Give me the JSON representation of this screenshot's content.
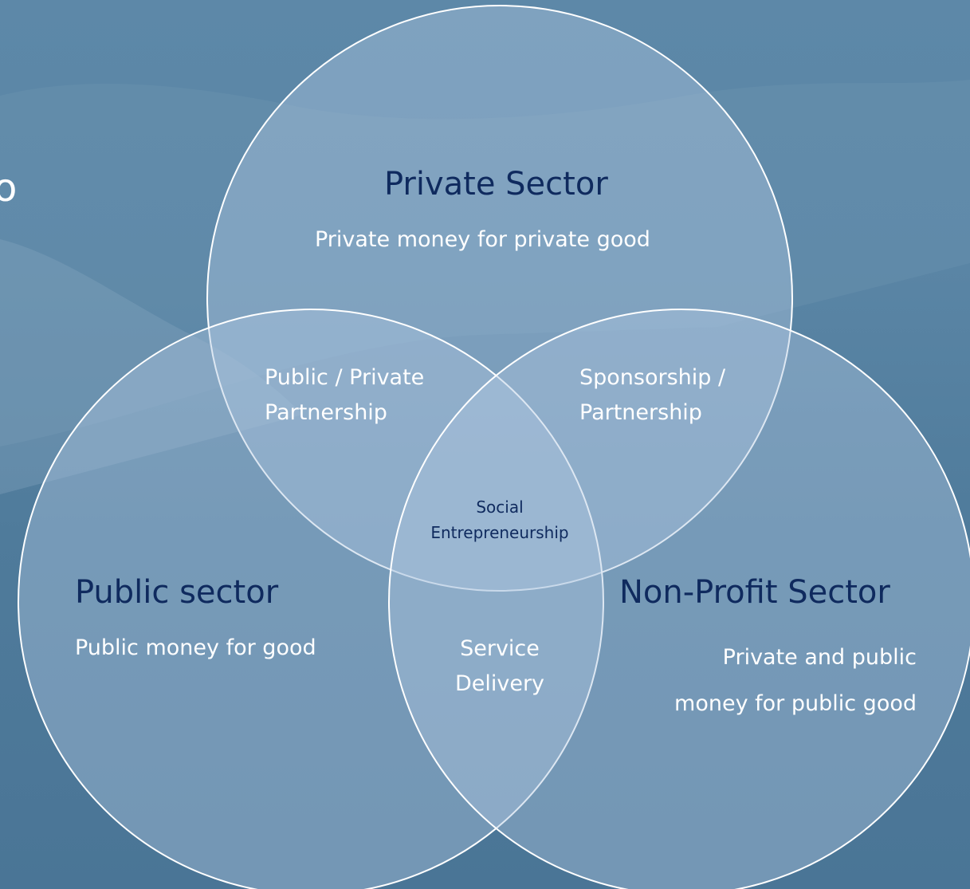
{
  "edge_text": "o",
  "colors": {
    "background": "#557f9f",
    "circle_fill": "#aec5e0",
    "circle_stroke": "#ffffff",
    "heading_text": "#0f2a5e",
    "body_text": "#ffffff"
  },
  "circles": {
    "private": {
      "title": "Private Sector",
      "description": "Private money for private good"
    },
    "public": {
      "title": "Public sector",
      "description": "Public money for good"
    },
    "nonprofit": {
      "title": "Non-Profit Sector",
      "description_line1": "Private and public",
      "description_line2": "money for public good"
    }
  },
  "overlaps": {
    "public_private": {
      "line1": "Public / Private",
      "line2": "Partnership"
    },
    "private_nonprofit": {
      "line1": "Sponsorship /",
      "line2": "Partnership"
    },
    "public_nonprofit": {
      "line1": "Service",
      "line2": "Delivery"
    },
    "center": {
      "line1": "Social",
      "line2": "Entrepreneurship"
    }
  }
}
